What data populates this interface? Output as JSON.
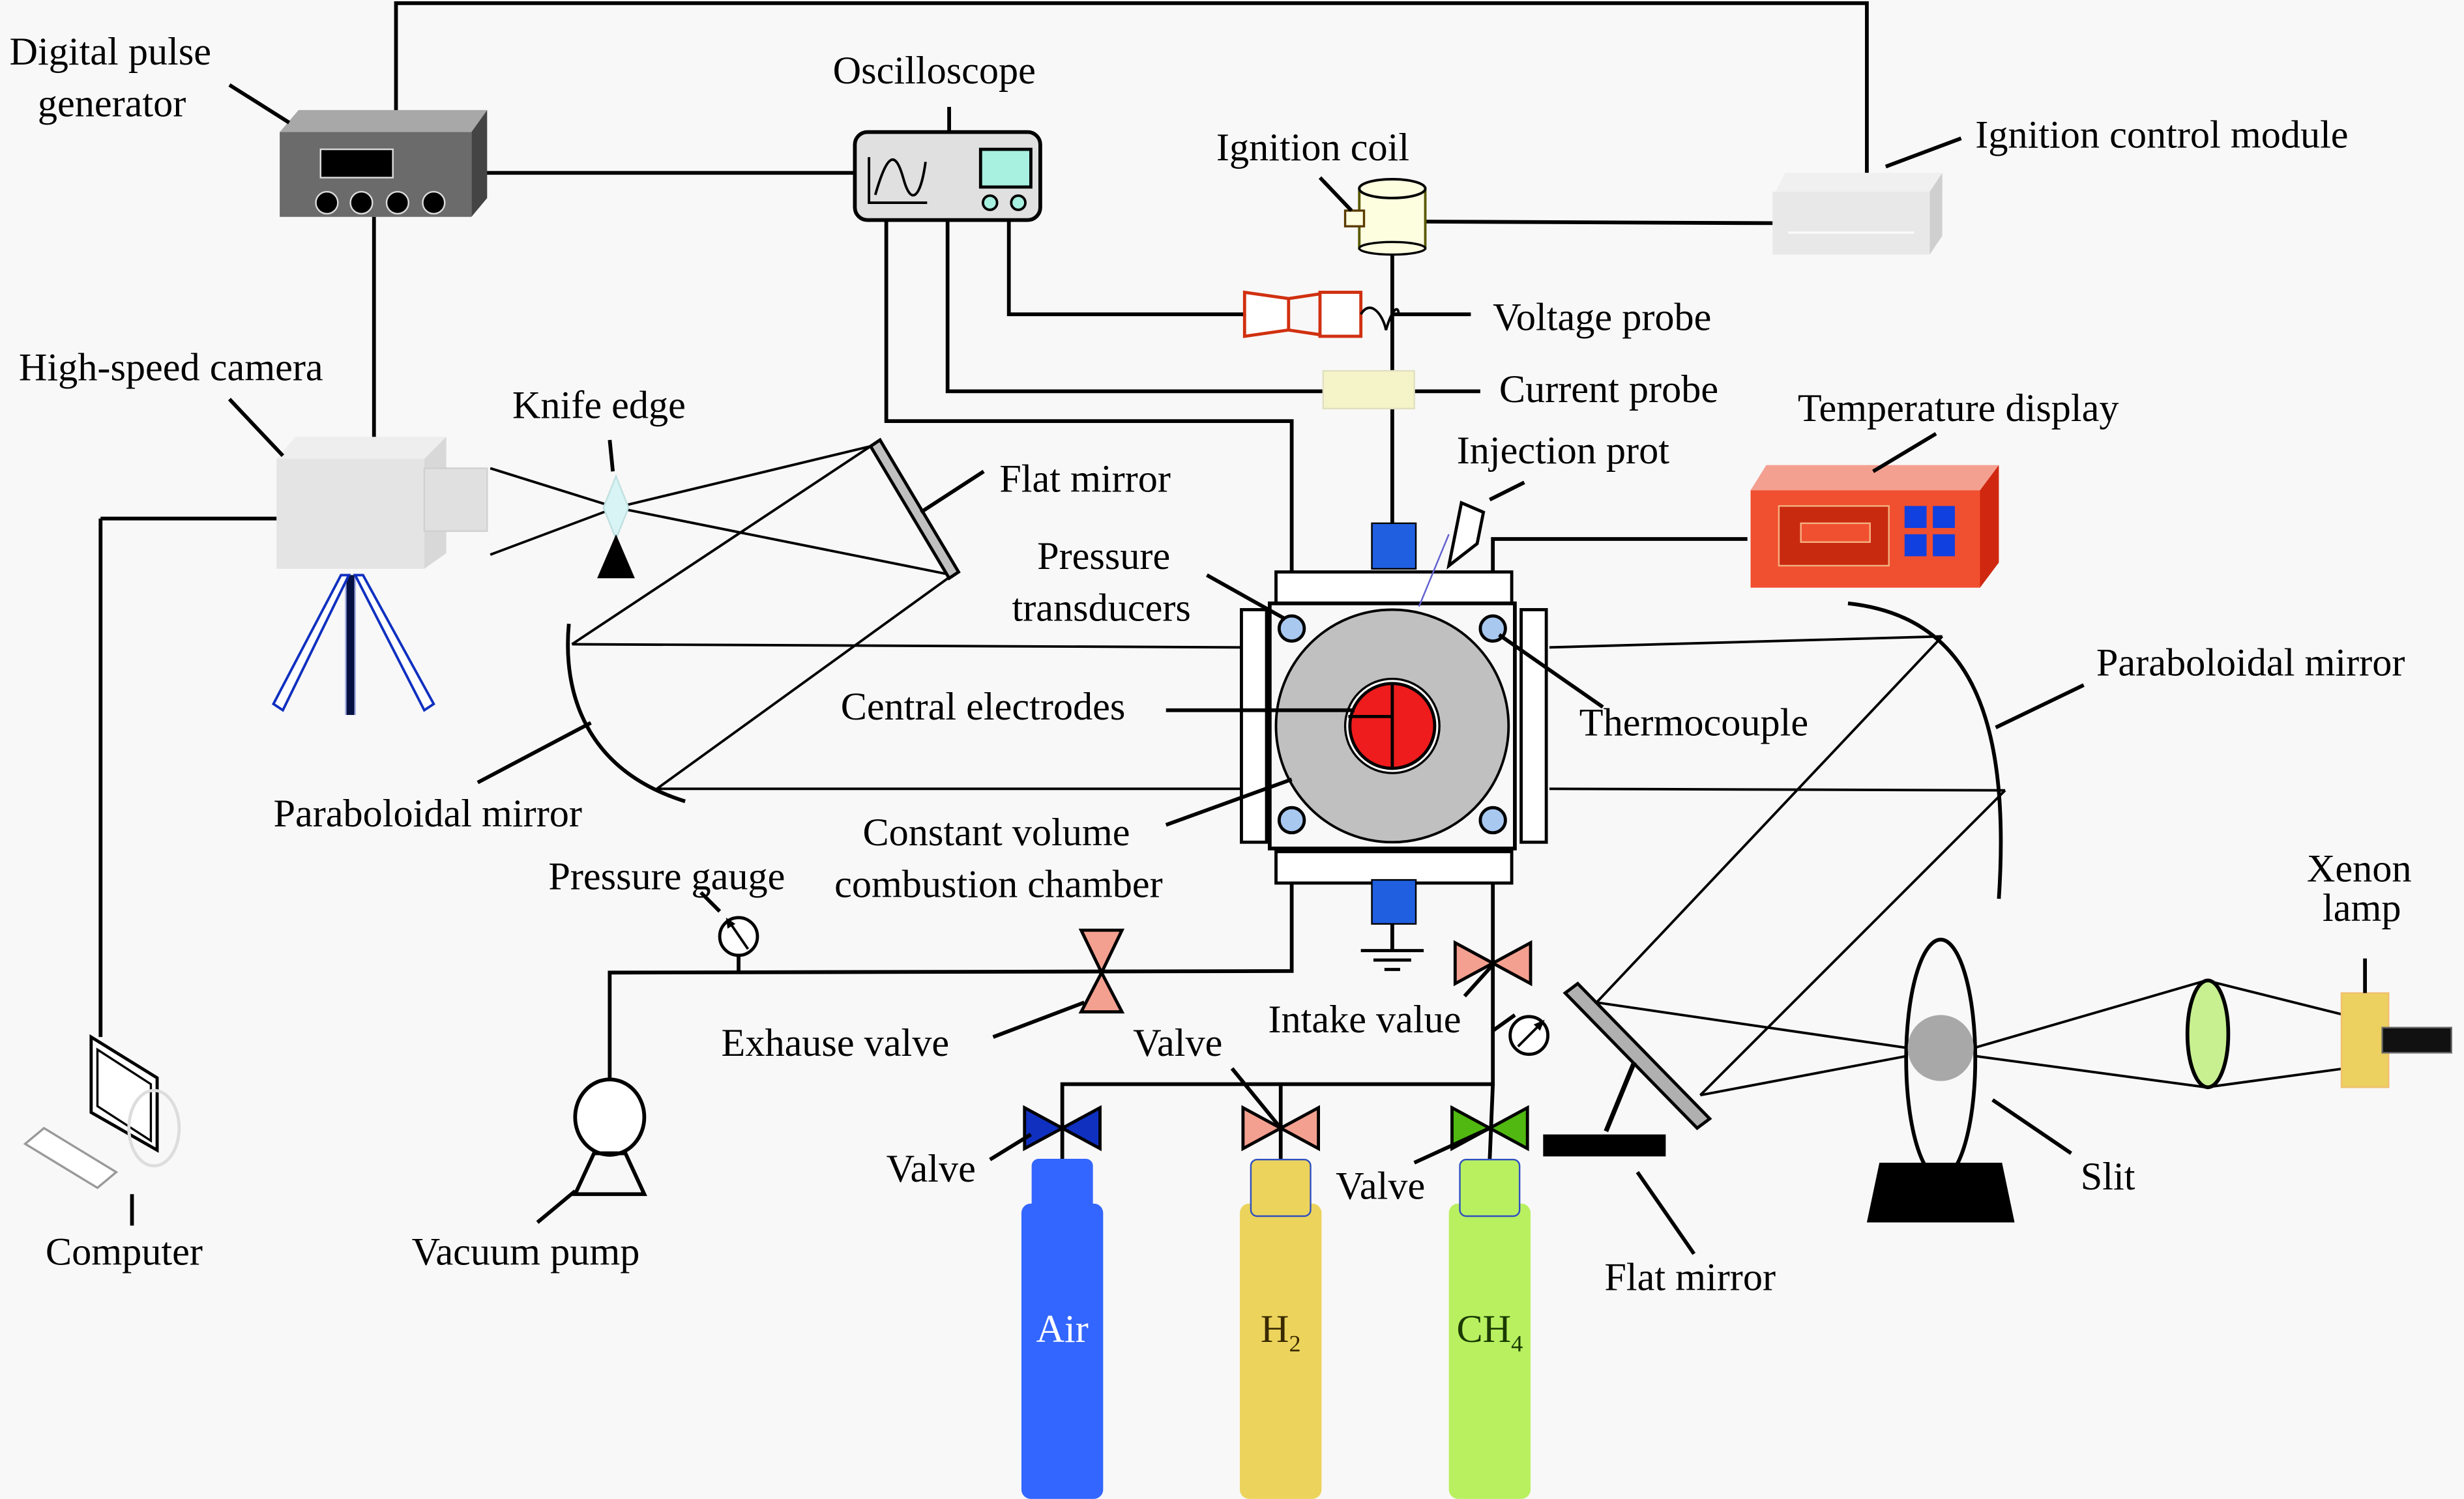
{
  "title": "Schematic of constant volume combustion chamber experimental setup with schlieren optics",
  "labels": {
    "digital_pulse_generator_1": "Digital pulse",
    "digital_pulse_generator_2": "generator",
    "oscilloscope": "Oscilloscope",
    "ignition_coil": "Ignition coil",
    "ignition_control_module": "Ignition control module",
    "voltage_probe": "Voltage probe",
    "current_probe": "Current probe",
    "temperature_display": "Temperature display",
    "injection_prot": "Injection prot",
    "high_speed_camera": "High-speed camera",
    "knife_edge": "Knife edge",
    "flat_mirror_top": "Flat mirror",
    "pressure_transducers_1": "Pressure",
    "pressure_transducers_2": "transducers",
    "central_electrodes": "Central electrodes",
    "thermocouple": "Thermocouple",
    "paraboloidal_mirror_left": "Paraboloidal mirror",
    "paraboloidal_mirror_right": "Paraboloidal mirror",
    "constant_volume_1": "Constant volume",
    "constant_volume_2": "combustion chamber",
    "pressure_gauge": "Pressure gauge",
    "exhause_valve": "Exhause valve",
    "intake_value": "Intake value",
    "valve_top": "Valve",
    "valve_air": "Valve",
    "valve_ch4": "Valve",
    "computer": "Computer",
    "vacuum_pump": "Vacuum pump",
    "flat_mirror_bottom": "Flat mirror",
    "slit": "Slit",
    "xenon_lamp_1": "Xenon",
    "xenon_lamp_2": "lamp"
  },
  "cylinders": [
    {
      "gas": "Air",
      "sub": "",
      "color": "#3366ff",
      "text_color": "#ffffff"
    },
    {
      "gas": "H",
      "sub": "2",
      "color": "#ecd45c",
      "text_color": "#3a2a00"
    },
    {
      "gas": "CH",
      "sub": "4",
      "color": "#b8f060",
      "text_color": "#1a3a00"
    }
  ],
  "colors": {
    "background": "#f8f8f8",
    "pulse_generator": "#6b6b6b",
    "oscilloscope_screen": "#a8f0e0",
    "chamber_window": "#c0c0c0",
    "electrode": "#ee1c1c",
    "transducer": "#a8c8f0",
    "temperature_display": "#f05030",
    "temp_buttons": "#1040e0",
    "mount_block": "#2060e0",
    "valve_pink": "#f4a090",
    "valve_blue": "#1030c0",
    "valve_green": "#50b810",
    "voltage_probe": "#d03010",
    "current_probe": "#f4f4c8",
    "ignition_coil": "#fdfde0",
    "xenon_lamp": "#ecd060",
    "lens": "#c8f090"
  }
}
